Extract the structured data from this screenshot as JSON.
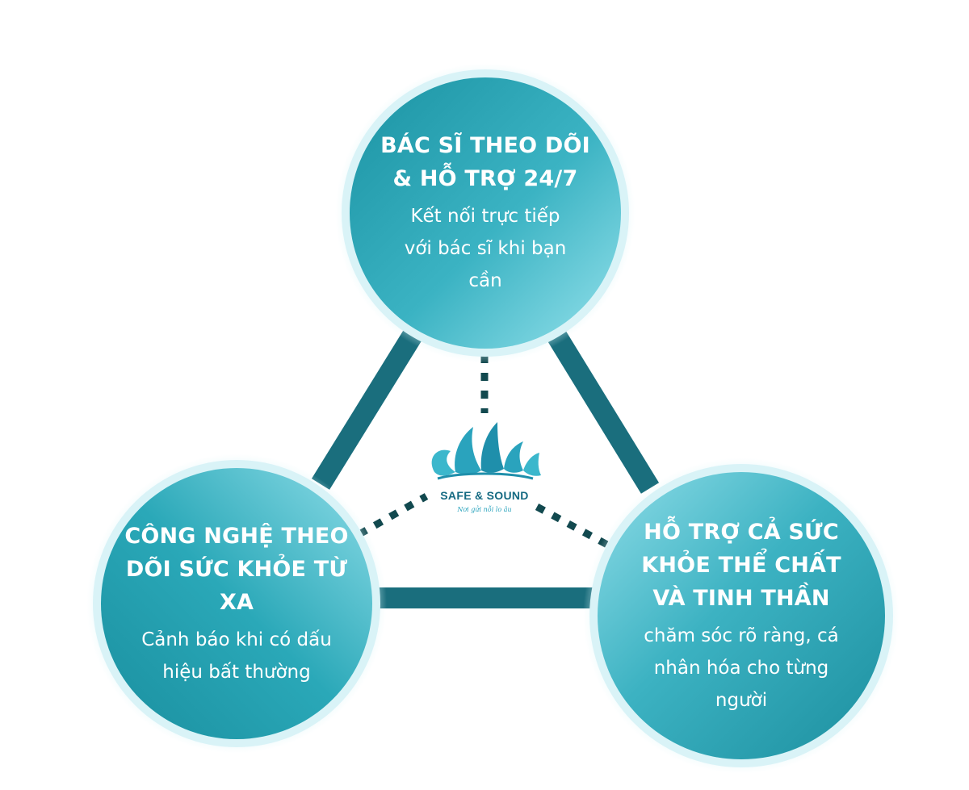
{
  "colors": {
    "edge": "#1a6e7d",
    "connector": "#12494f",
    "circle_dark": "#1a97a8",
    "circle_light": "#8fdfea",
    "ring": "#d5f2f6"
  },
  "logo": {
    "icon": "lotus-logo-icon",
    "brand": "SAFE & SOUND",
    "tagline": "Nơi gửi nỗi lo âu"
  },
  "nodes": {
    "top": {
      "title_lines": [
        "BÁC SĨ THEO DÕI",
        "& HỖ TRỢ 24/7"
      ],
      "desc_lines": [
        "Kết nối trực tiếp",
        "với bác sĩ khi bạn",
        "cần"
      ]
    },
    "left": {
      "title_lines": [
        "CÔNG NGHỆ THEO",
        "DÕI SỨC KHỎE TỪ",
        "XA"
      ],
      "desc_lines": [
        "Cảnh báo khi có dấu",
        "hiệu bất thường"
      ]
    },
    "right": {
      "title_lines": [
        "HỖ TRỢ CẢ SỨC",
        "KHỎE THỂ CHẤT",
        "VÀ TINH THẦN"
      ],
      "desc_lines": [
        "chăm sóc rõ ràng, cá",
        "nhân hóa cho từng",
        "người"
      ]
    }
  }
}
